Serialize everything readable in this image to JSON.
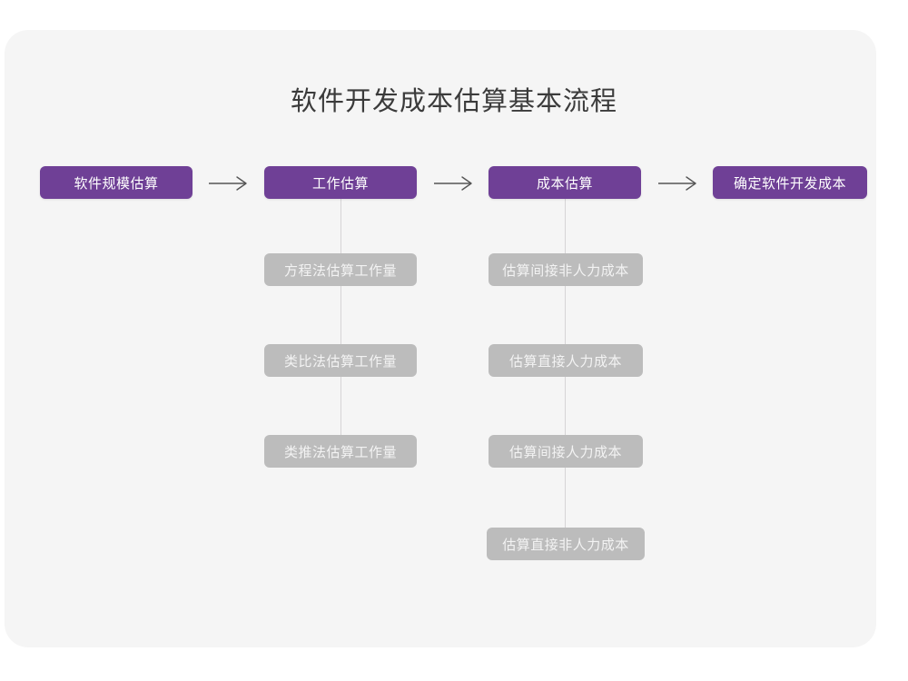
{
  "diagram": {
    "title": "软件开发成本估算基本流程",
    "type": "flowchart",
    "colors": {
      "primary": "#6f4096",
      "secondary": "#bcbcbc",
      "card_background": "#f5f5f5",
      "page_background": "#ffffff",
      "connector": "#d6d4d6",
      "title_text": "#3b3b3b",
      "primary_text": "#ffffff",
      "secondary_text": "#f3f3f3"
    },
    "main_steps": [
      {
        "label": "软件规模估算"
      },
      {
        "label": "工作估算"
      },
      {
        "label": "成本估算"
      },
      {
        "label": "确定软件开发成本"
      }
    ],
    "arrows": [
      {
        "name": "arrow-1",
        "glyph": "→"
      },
      {
        "name": "arrow-2",
        "glyph": "→"
      },
      {
        "name": "arrow-3",
        "glyph": "→"
      }
    ],
    "branch_work": {
      "parent": "工作估算",
      "items": [
        {
          "label": "方程法估算工作量"
        },
        {
          "label": "类比法估算工作量"
        },
        {
          "label": "类推法估算工作量"
        }
      ]
    },
    "branch_cost": {
      "parent": "成本估算",
      "items": [
        {
          "label": "估算间接非人力成本"
        },
        {
          "label": "估算直接人力成本"
        },
        {
          "label": "估算间接人力成本"
        },
        {
          "label": "估算直接非人力成本"
        }
      ]
    }
  }
}
